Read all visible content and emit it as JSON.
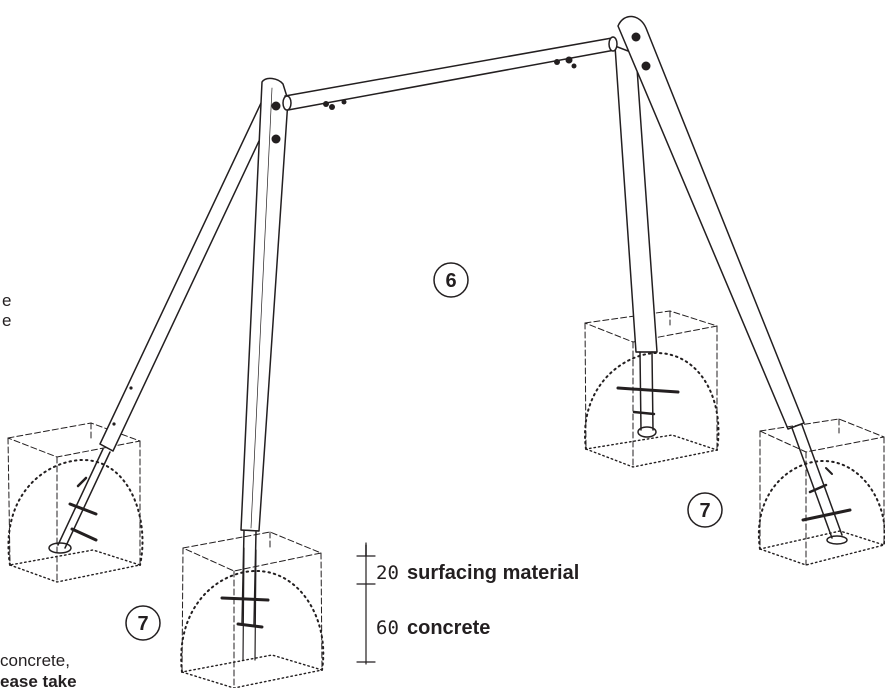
{
  "callouts": {
    "center": "6",
    "left": "7",
    "right": "7"
  },
  "dimensions": {
    "upper": {
      "value": "20",
      "label": "surfacing material"
    },
    "lower": {
      "value": "60",
      "label": "concrete"
    }
  },
  "cut_text": {
    "line_a": "e",
    "line_b": "e",
    "line_c": "concrete,",
    "line_d": "ease take"
  },
  "colors": {
    "ink": "#231f20",
    "paper": "#ffffff"
  }
}
